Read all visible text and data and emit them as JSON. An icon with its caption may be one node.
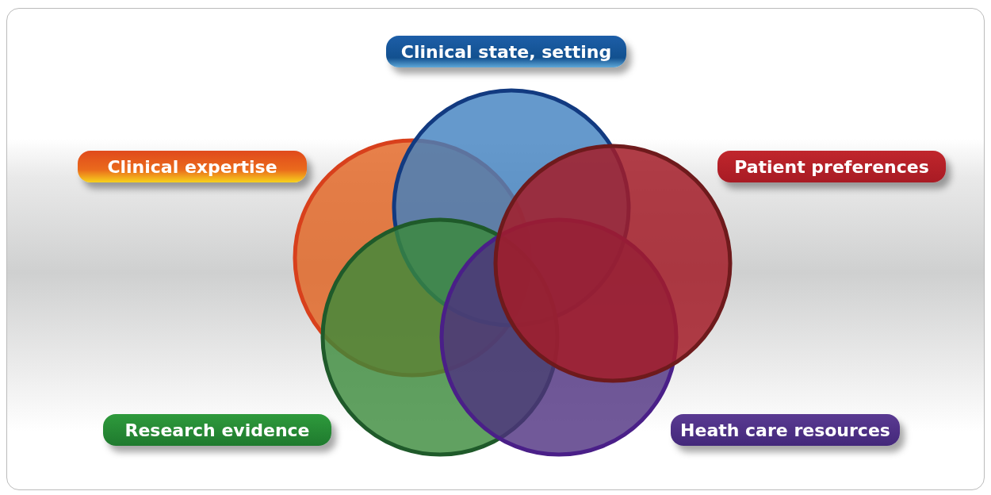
{
  "diagram": {
    "nodes": [
      {
        "text": [
          "Clinical state, setting"
        ]
      },
      {
        "text": [
          "Clinical expertise"
        ]
      },
      {
        "text": [
          "Patient preferences"
        ]
      },
      {
        "text": [
          "Research evidence"
        ]
      },
      {
        "text": [
          "Heath care resources"
        ]
      }
    ]
  }
}
